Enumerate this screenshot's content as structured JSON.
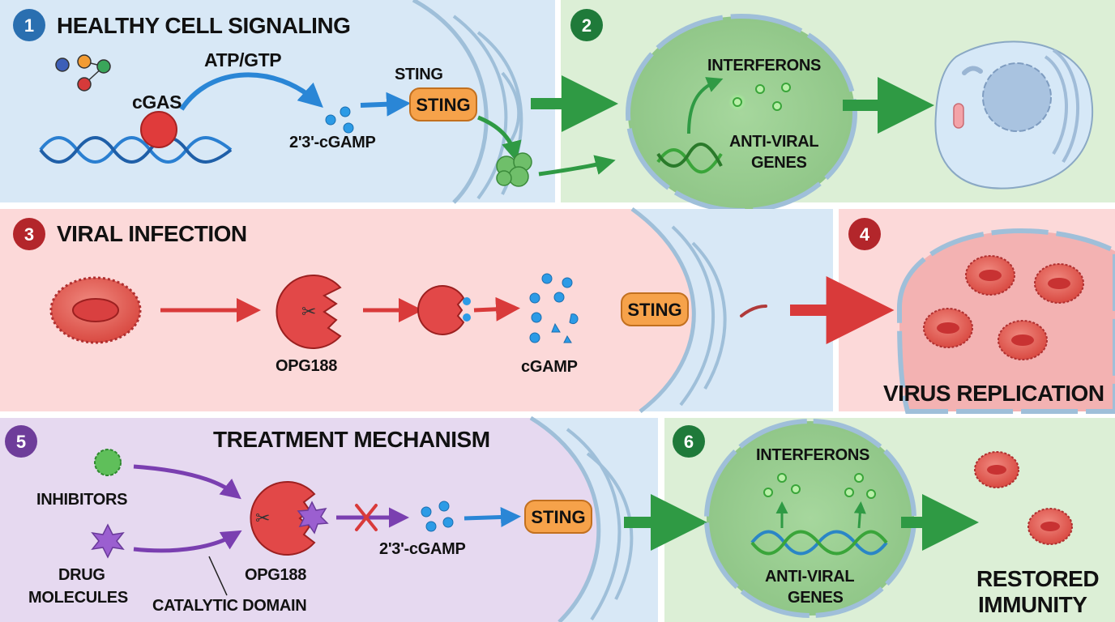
{
  "colors": {
    "panel_blue": "#d8e8f6",
    "panel_green": "#dcefd6",
    "panel_red": "#fcd9d9",
    "panel_purple": "#e6d9f0",
    "badge_blue": "#2a6fb0",
    "badge_green": "#1f7a3a",
    "badge_red": "#b3262b",
    "badge_purple": "#6e3d9a",
    "sting_orange": "#f6a24a",
    "arrow_green": "#2f9a44",
    "arrow_red": "#d93a3a",
    "arrow_blue": "#2a86d6",
    "arrow_purple": "#7a3fb0",
    "membrane": "#9fbfd9"
  },
  "panels": [
    {
      "number": "1",
      "title": "HEALTHY CELL SIGNALING",
      "labels": {
        "atp_gtp": "ATP/GTP",
        "cgas": "cGAS",
        "cgamp": "2'3'-cGAMP",
        "sting_top": "STING",
        "sting_box": "STING"
      }
    },
    {
      "number": "2",
      "labels": {
        "interferons": "INTERFERONS",
        "anti_viral_1": "ANTI-VIRAL",
        "anti_viral_2": "GENES"
      }
    },
    {
      "number": "3",
      "title": "VIRAL INFECTION",
      "labels": {
        "opg188": "OPG188",
        "cgamp": "cGAMP",
        "sting_box": "STING"
      }
    },
    {
      "number": "4",
      "labels": {
        "virus_replication": "VIRUS REPLICATION"
      }
    },
    {
      "number": "5",
      "title": "TREATMENT MECHANISM",
      "labels": {
        "inhibitors": "INHIBITORS",
        "drug_1": "DRUG",
        "drug_2": "MOLECULES",
        "opg188": "OPG188",
        "catalytic": "CATALYTIC DOMAIN",
        "cgamp": "2'3'-cGAMP",
        "sting_box": "STING"
      }
    },
    {
      "number": "6",
      "labels": {
        "interferons": "INTERFERONS",
        "anti_viral_1": "ANTI-VIRAL",
        "anti_viral_2": "GENES",
        "restored_1": "RESTORED",
        "restored_2": "IMMUNITY"
      }
    }
  ]
}
